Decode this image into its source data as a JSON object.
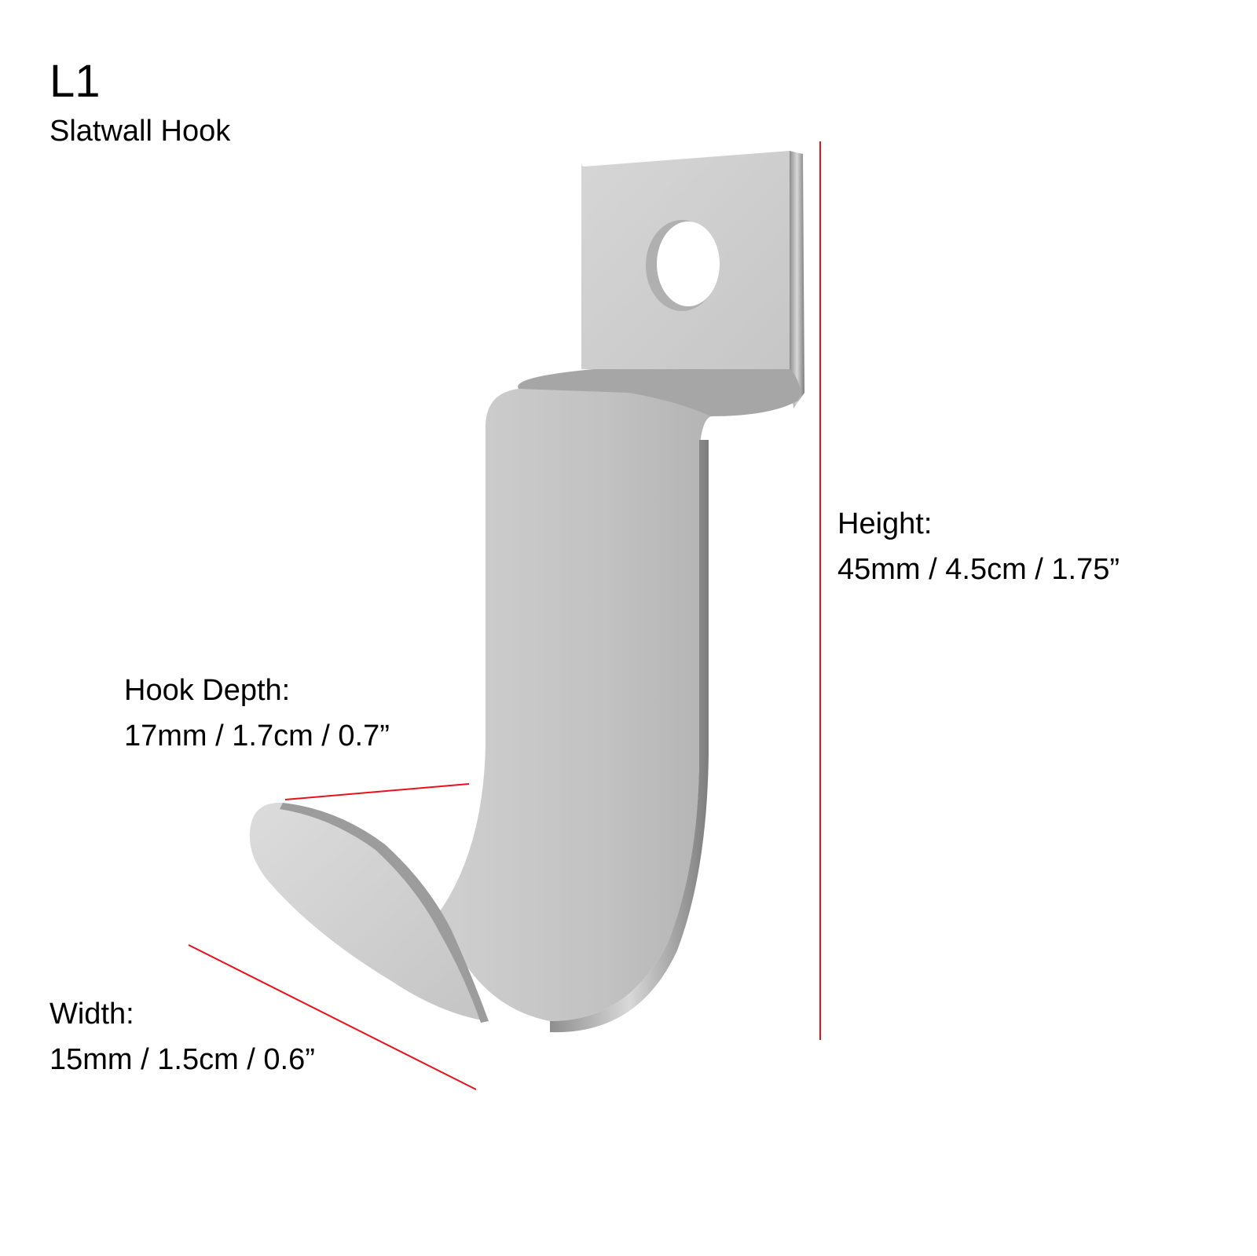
{
  "header": {
    "model": "L1",
    "product_name": "Slatwall Hook"
  },
  "dimensions": {
    "height": {
      "label": "Height:",
      "value": "45mm / 4.5cm / 1.75”"
    },
    "hook_depth": {
      "label": "Hook Depth:",
      "value": "17mm / 1.7cm / 0.7”"
    },
    "width": {
      "label": "Width:",
      "value": "15mm / 1.5cm / 0.6”"
    }
  },
  "colors": {
    "measure_line": "#e8101a",
    "metal_light": "#d4d4d4",
    "metal_mid": "#bdbdbd",
    "metal_edge": "#9a9a9a",
    "background": "#ffffff"
  }
}
